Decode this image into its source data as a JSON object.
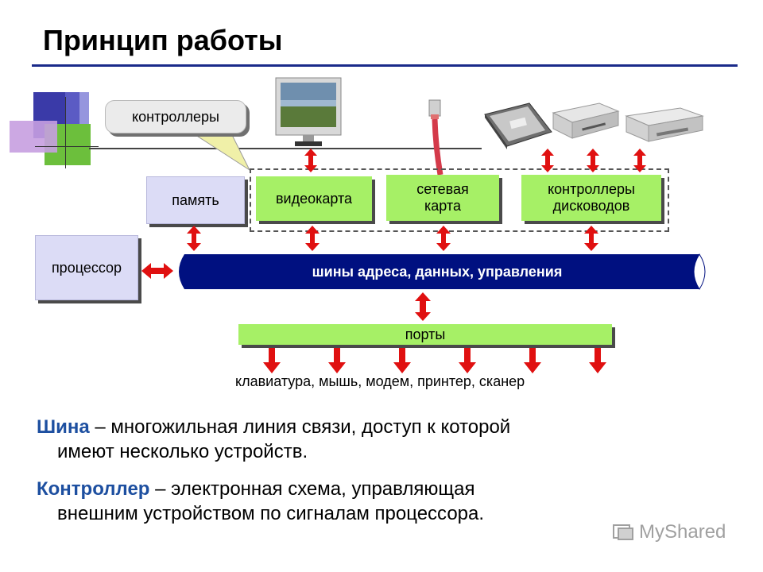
{
  "title": "Принцип работы",
  "callout": {
    "label": "контроллеры"
  },
  "blocks": {
    "memory": "память",
    "video": "видеокарта",
    "network": "сетевая\nкарта",
    "disk_controllers": "контроллеры\nдисководов",
    "processor": "процессор"
  },
  "bus": {
    "label": "шины адреса, данных, управления"
  },
  "ports": {
    "label": "порты",
    "devices": "клавиатура, мышь, модем, принтер, сканер"
  },
  "definitions": [
    {
      "term": "Шина",
      "line1": " – многожильная линия связи, доступ к которой",
      "line2": "имеют несколько устройств."
    },
    {
      "term": "Контроллер",
      "line1": " – электронная схема, управляющая",
      "line2": "внешним устройством по сигналам процессора."
    }
  ],
  "watermark": "MyShared",
  "colors": {
    "title_rule": "#1a2a8a",
    "bus": "#001080",
    "arrow": "#e01010",
    "green_block": "#a6f066",
    "lilac_block": "#dcdcf6",
    "term": "#1d4fa0"
  },
  "icons": [
    "monitor-icon",
    "network-cable-icon",
    "hard-drive-icon",
    "floppy-drive-icon",
    "optical-drive-icon"
  ]
}
